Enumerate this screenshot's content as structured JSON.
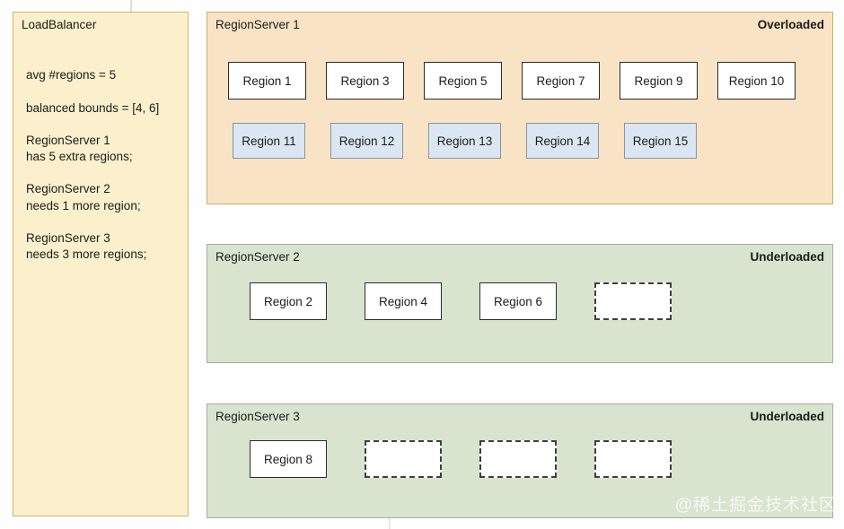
{
  "load_balancer": {
    "title": "LoadBalancer",
    "avg_regions": "avg #regions = 5",
    "balanced_bounds": "balanced bounds = [4, 6]",
    "rs1_line1": "RegionServer 1",
    "rs1_line2": "has 5 extra regions;",
    "rs2_line1": "RegionServer 2",
    "rs2_line2": "needs 1 more region;",
    "rs3_line1": "RegionServer 3",
    "rs3_line2": "needs 3 more regions;"
  },
  "servers": [
    {
      "name": "RegionServer 1",
      "status": "Overloaded",
      "rows": [
        [
          "Region 1",
          "Region 3",
          "Region 5",
          "Region 7",
          "Region 9",
          "Region 10"
        ],
        [
          "Region 11",
          "Region 12",
          "Region 13",
          "Region 14",
          "Region 15"
        ]
      ],
      "empty_slots": 0
    },
    {
      "name": "RegionServer 2",
      "status": "Underloaded",
      "rows": [
        [
          "Region 2",
          "Region 4",
          "Region 6"
        ]
      ],
      "empty_slots": 1
    },
    {
      "name": "RegionServer 3",
      "status": "Underloaded",
      "rows": [
        [
          "Region 8"
        ]
      ],
      "empty_slots": 3
    }
  ],
  "watermark": "@稀土掘金技术社区",
  "colors": {
    "load_balancer_fill": "#fbf0cb",
    "load_balancer_border": "#c9ba74",
    "overloaded_fill": "#f9e3c5",
    "overloaded_border": "#c4b06c",
    "underloaded_fill": "#d8e4ce",
    "underloaded_border": "#a2b19a",
    "region_white_fill": "#ffffff",
    "region_blue_fill": "#dbe6f3",
    "region_blue_border": "#8a939e",
    "region_border": "#2b2b2b",
    "text": "#1b1b1b"
  }
}
